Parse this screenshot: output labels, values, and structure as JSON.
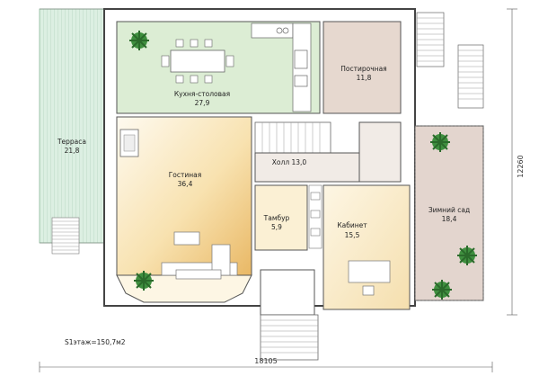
{
  "plan": {
    "rooms": {
      "kitchen": {
        "name": "Кухня-столовая",
        "area": "27,9"
      },
      "laundry": {
        "name": "Постирочная",
        "area": "11,8"
      },
      "terrace": {
        "name": "Терраса",
        "area": "21,8"
      },
      "living": {
        "name": "Гостиная",
        "area": "36,4"
      },
      "hall": {
        "name": "Холл 13,0"
      },
      "vestibule": {
        "name": "Тамбур",
        "area": "5,9"
      },
      "office": {
        "name": "Кабинет",
        "area": "15,5"
      },
      "winter_garden": {
        "name": "Зимний сад",
        "area": "18,4"
      }
    },
    "floor_area": "S1этаж=150,7м2",
    "dimension_width": "18105",
    "dimension_height": "12260"
  },
  "colors": {
    "kitchen": "#dcedd4",
    "laundry": "#e6d8cf",
    "winter_garden": "#e3d5ce",
    "terrace": "#d8ecdf",
    "living_light": "#fdf6e4",
    "living_dark": "#e8bb70",
    "office": "#fbf0d4",
    "vestibule": "#fbf0d4",
    "hall": "#f1ebe6"
  }
}
